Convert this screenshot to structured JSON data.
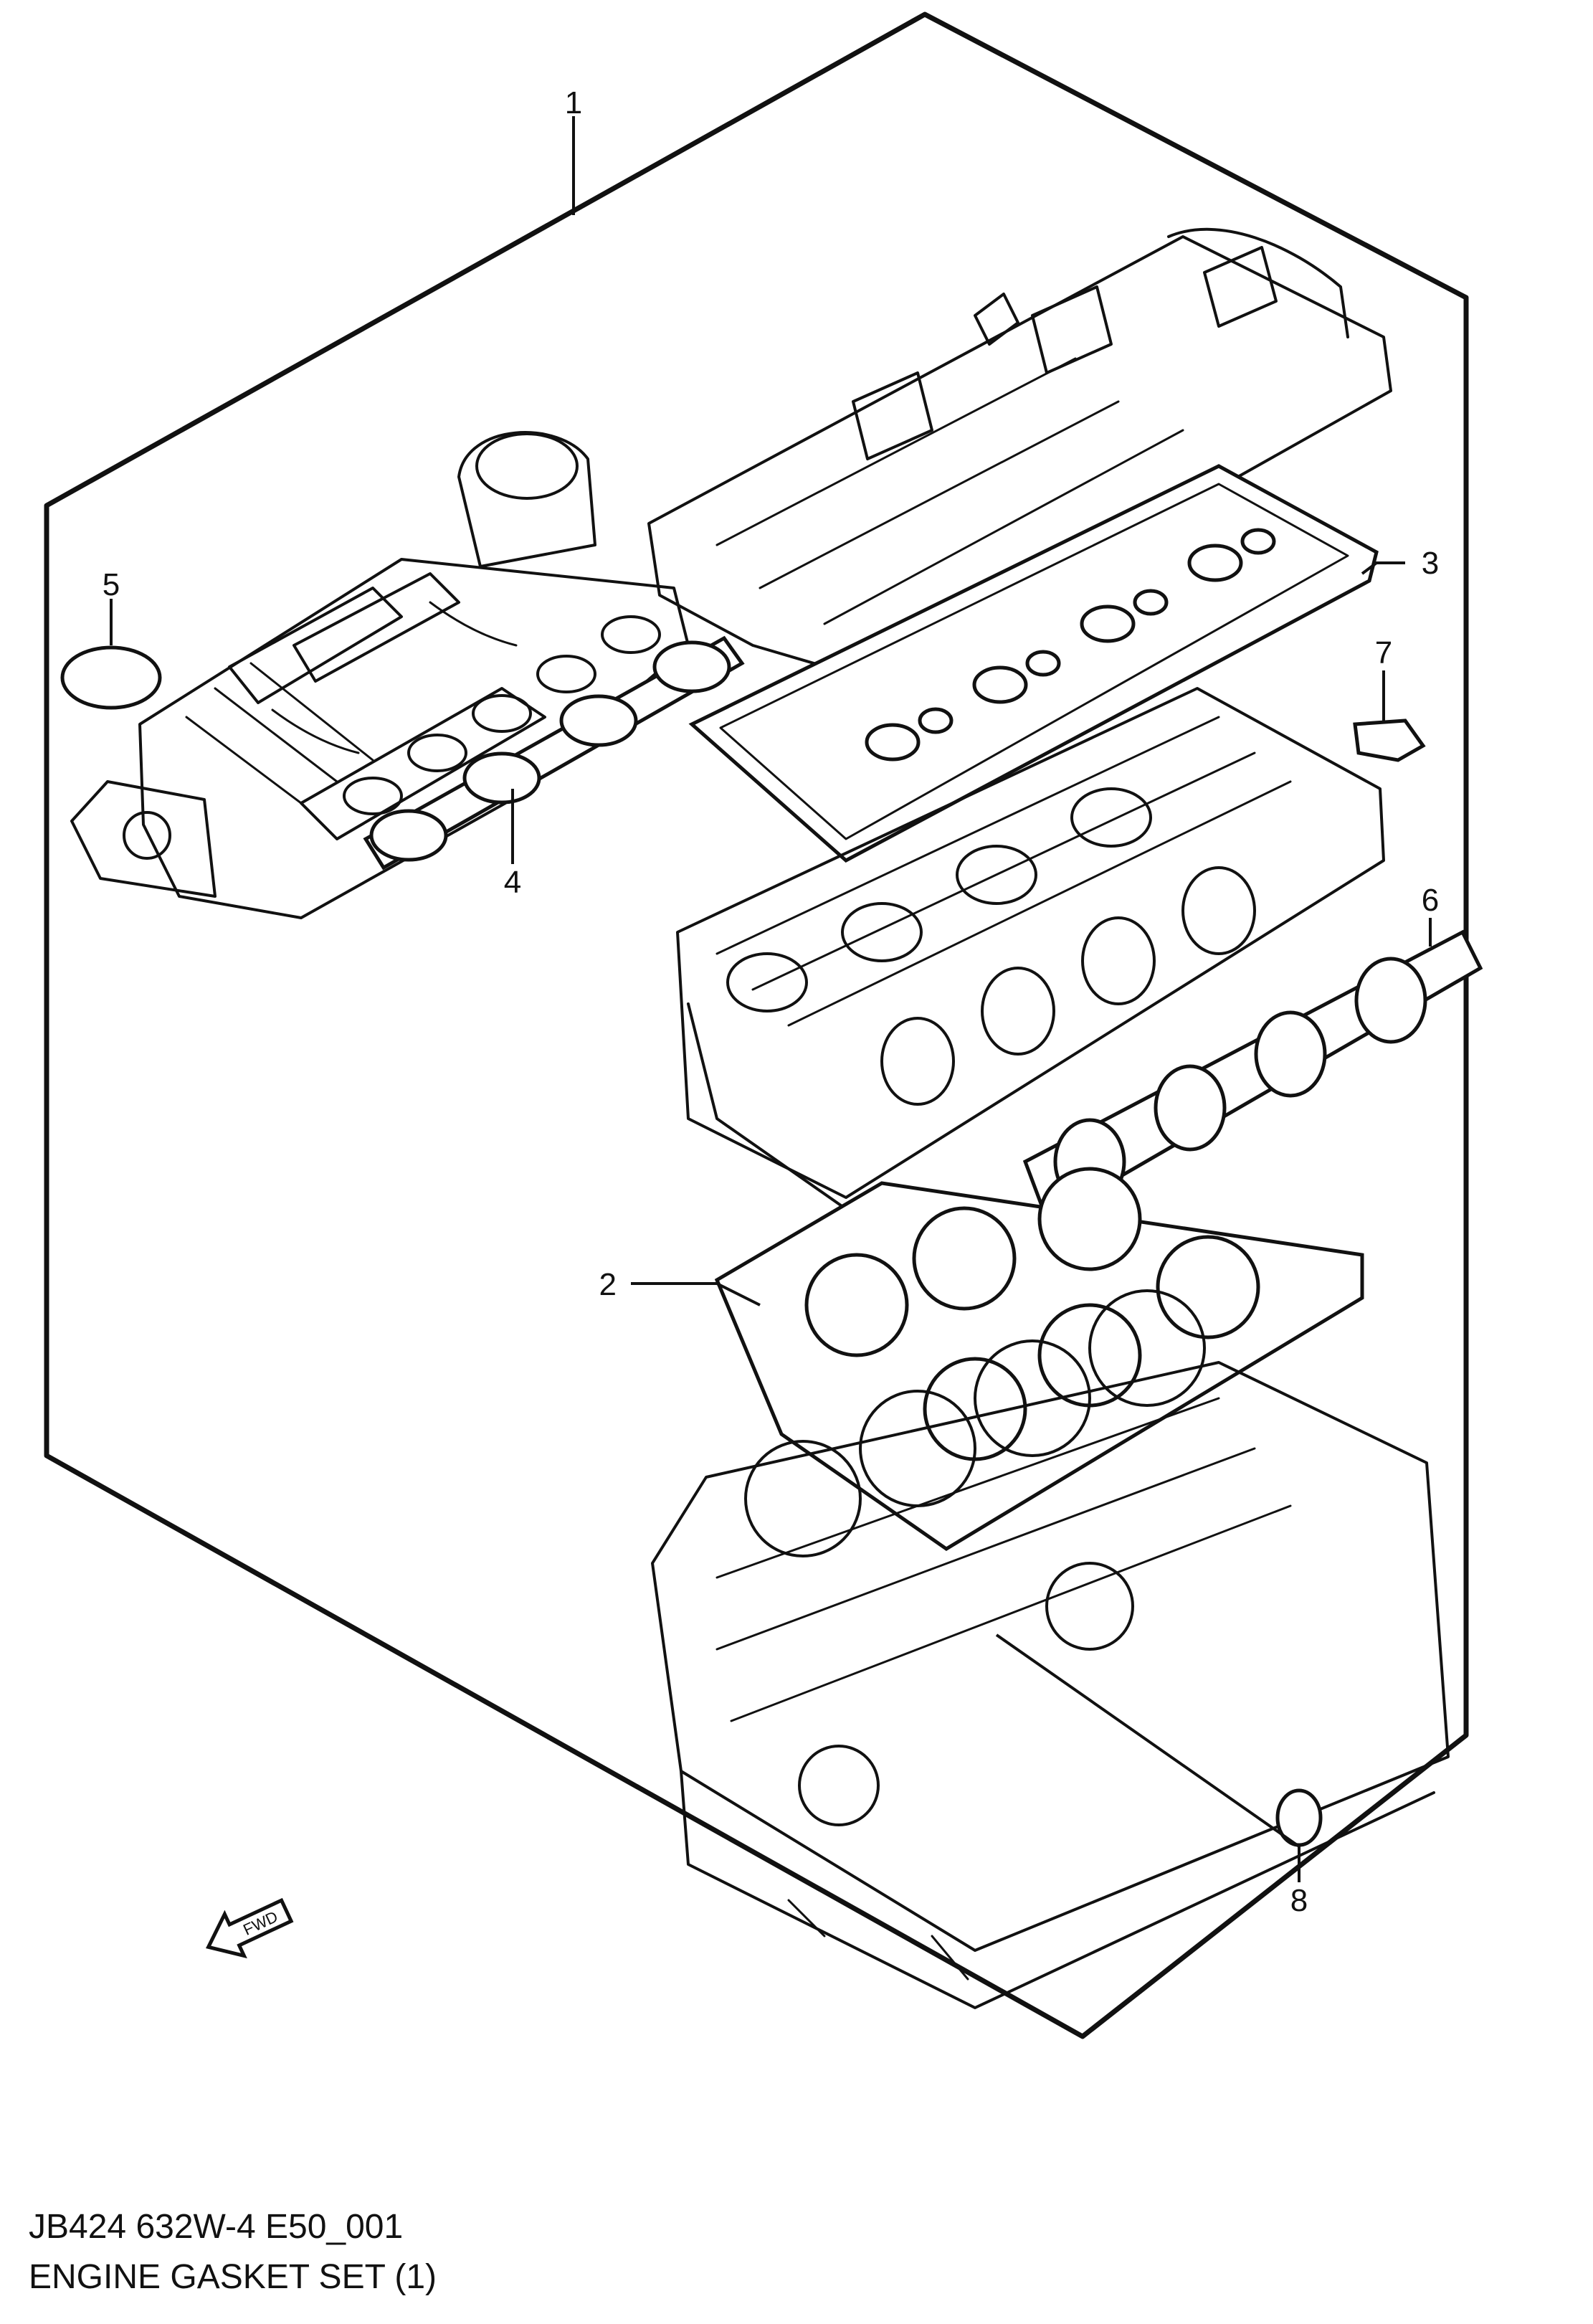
{
  "diagram": {
    "code": "JB424 632W-4 E50_001",
    "title": "ENGINE GASKET SET (1)",
    "direction_label": "FWD",
    "callouts": [
      "1",
      "2",
      "3",
      "4",
      "5",
      "6",
      "7",
      "8"
    ]
  }
}
